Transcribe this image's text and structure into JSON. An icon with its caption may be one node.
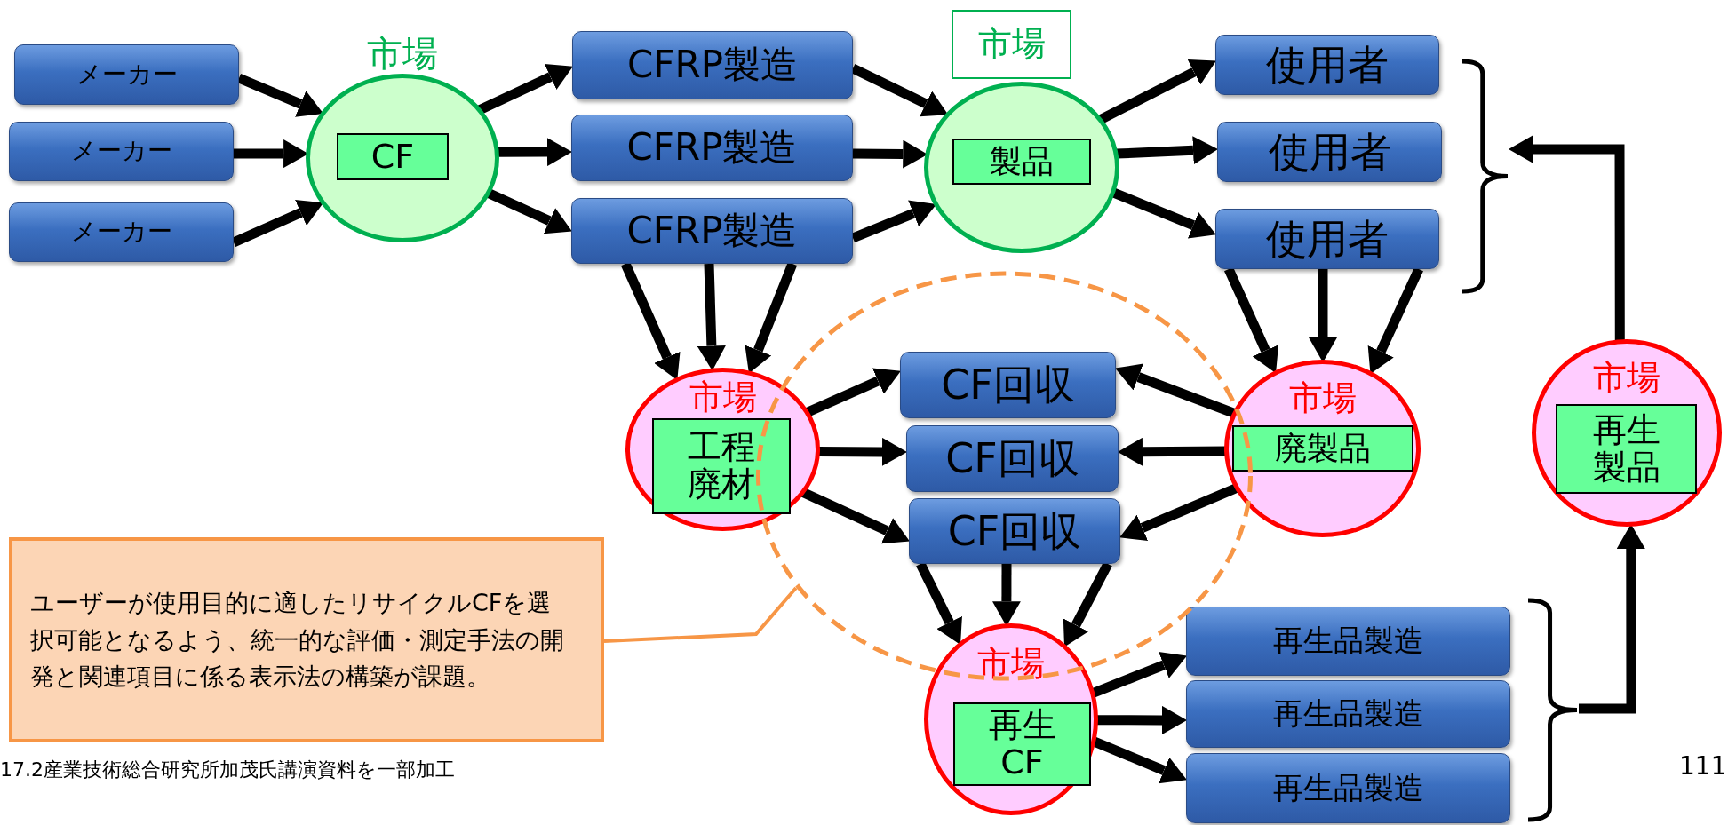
{
  "diagram": {
    "nodes": [
      {
        "text": [
          "メーカー"
        ]
      },
      {
        "text": [
          "メーカー"
        ]
      },
      {
        "text": [
          "メーカー"
        ]
      },
      {
        "text": [
          "市場"
        ]
      },
      {
        "text": [
          "CF"
        ],
        "in": 3
      },
      {
        "text": [
          "CFRP製造"
        ]
      },
      {
        "text": [
          "CFRP製造"
        ]
      },
      {
        "text": [
          "CFRP製造"
        ]
      },
      {
        "text": [
          "市場"
        ]
      },
      {
        "text": [],
        "shape": "circle"
      },
      {
        "text": [
          "製品"
        ],
        "in": 9
      },
      {
        "text": [
          "使用者"
        ]
      },
      {
        "text": [
          "使用者"
        ]
      },
      {
        "text": [
          "使用者"
        ]
      },
      {
        "text": [],
        "shape": "brace"
      },
      {
        "text": [
          "市場"
        ]
      },
      {
        "text": [
          "工程廃材"
        ],
        "in": 15
      },
      {
        "text": [
          "CF回収"
        ]
      },
      {
        "text": [
          "CF回収"
        ]
      },
      {
        "text": [
          "CF回収"
        ]
      },
      {
        "text": [
          "市場"
        ]
      },
      {
        "text": [
          "廃製品"
        ],
        "in": 20
      },
      {
        "text": [
          "市場"
        ]
      },
      {
        "text": [
          "再生製品"
        ],
        "in": 22
      },
      {
        "text": [
          "ユーザーが使用目的に適したリサイクルCFを選択可能となるよう、統一的な評価・測定手法の開発と関連項目に係る表示法の構築が課題。"
        ]
      },
      {
        "text": [
          "市場"
        ]
      },
      {
        "text": [
          "再生CF"
        ],
        "in": 25
      },
      {
        "text": [
          "再生品製造"
        ]
      },
      {
        "text": [
          "再生品製造"
        ]
      },
      {
        "text": [
          "再生品製造"
        ]
      },
      {
        "text": [],
        "shape": "brace"
      }
    ],
    "edges": [
      {
        "from": 0,
        "to": 3,
        "arrow": "to"
      },
      {
        "from": 1,
        "to": 3,
        "arrow": "to"
      },
      {
        "from": 2,
        "to": 3,
        "arrow": "to"
      },
      {
        "from": 3,
        "to": 5,
        "arrow": "to"
      },
      {
        "from": 3,
        "to": 6,
        "arrow": "to"
      },
      {
        "from": 3,
        "to": 7,
        "arrow": "to"
      },
      {
        "from": 5,
        "to": 9,
        "arrow": "to"
      },
      {
        "from": 6,
        "to": 9,
        "arrow": "to"
      },
      {
        "from": 7,
        "to": 9,
        "arrow": "to"
      },
      {
        "from": 9,
        "to": 11,
        "arrow": "to"
      },
      {
        "from": 9,
        "to": 12,
        "arrow": "to"
      },
      {
        "from": 9,
        "to": 13,
        "arrow": "to"
      },
      {
        "from": 7,
        "to": 15,
        "arrow": "to"
      },
      {
        "from": 7,
        "to": 15,
        "arrow": "to"
      },
      {
        "from": 7,
        "to": 15,
        "arrow": "to"
      },
      {
        "from": 13,
        "to": 20,
        "arrow": "to"
      },
      {
        "from": 13,
        "to": 20,
        "arrow": "to"
      },
      {
        "from": 13,
        "to": 20,
        "arrow": "to"
      },
      {
        "from": 15,
        "to": 17,
        "arrow": "to"
      },
      {
        "from": 15,
        "to": 18,
        "arrow": "to"
      },
      {
        "from": 15,
        "to": 19,
        "arrow": "to"
      },
      {
        "from": 20,
        "to": 17,
        "arrow": "to"
      },
      {
        "from": 20,
        "to": 18,
        "arrow": "to"
      },
      {
        "from": 20,
        "to": 19,
        "arrow": "to"
      },
      {
        "from": 19,
        "to": 25,
        "arrow": "to"
      },
      {
        "from": 19,
        "to": 25,
        "arrow": "to"
      },
      {
        "from": 19,
        "to": 25,
        "arrow": "to"
      },
      {
        "from": 25,
        "to": 27,
        "arrow": "to"
      },
      {
        "from": 25,
        "to": 28,
        "arrow": "to"
      },
      {
        "from": 25,
        "to": 29,
        "arrow": "to"
      },
      {
        "from": 30,
        "to": 22,
        "arrow": "to"
      },
      {
        "from": 22,
        "to": 14,
        "arrow": "to"
      },
      {
        "from": 24,
        "to": null,
        "arrow": "none",
        "color": "#f79646"
      }
    ],
    "labels": [
      "17.2産業技術総合研究所加茂氏講演資料を一部加工",
      "111"
    ]
  }
}
